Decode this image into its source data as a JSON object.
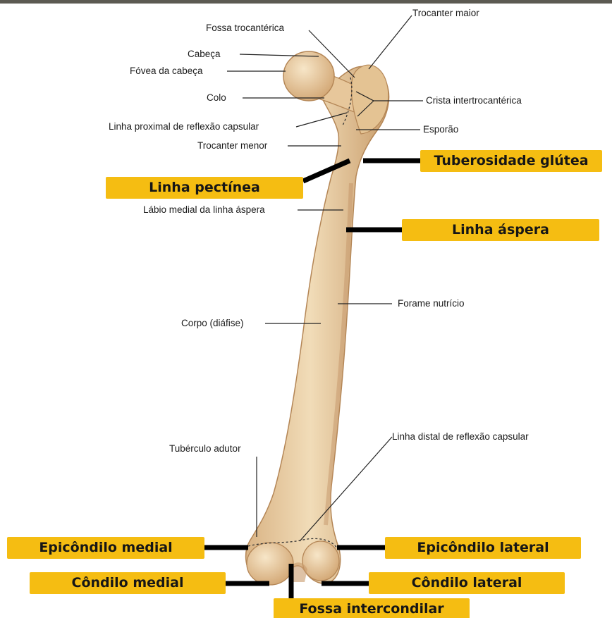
{
  "colors": {
    "tag_background": "#f5bd12",
    "top_bar": "#5c5a52",
    "bone": "#e9cda3",
    "connector": "#000000"
  },
  "labels": {
    "trocanter_maior": "Trocanter maior",
    "fossa_trocanterica": "Fossa trocantérica",
    "cabeca": "Cabeça",
    "fovea_da_cabeca": "Fóvea da cabeça",
    "colo": "Colo",
    "crista_intertrocanterica": "Crista intertrocantérica",
    "linha_proximal": "Linha proximal de reflexão capsular",
    "esporao": "Esporão",
    "trocanter_menor": "Trocanter menor",
    "labio_medial": "Lábio medial da linha áspera",
    "forame_nutricio": "Forame nutrício",
    "corpo": "Corpo (diáfise)",
    "linha_distal": "Linha distal de reflexão capsular",
    "tuberculo_adutor": "Tubérculo adutor"
  },
  "tags": {
    "tuberosidade_glutea": "Tuberosidade glútea",
    "linha_pectinea": "Linha pectínea",
    "linha_aspera": "Linha áspera",
    "epicondilo_medial": "Epicôndilo medial",
    "epicondilo_lateral": "Epicôndilo lateral",
    "condilo_medial": "Côndilo medial",
    "condilo_lateral": "Côndilo lateral",
    "fossa_intercondilar": "Fossa intercondilar"
  }
}
